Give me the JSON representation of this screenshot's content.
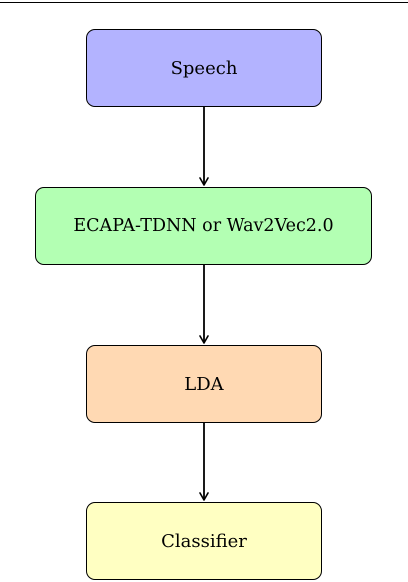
{
  "diagram": {
    "nodes": [
      {
        "id": "speech",
        "label": "Speech",
        "fill": "#b3b3ff"
      },
      {
        "id": "encoder",
        "label": "ECAPA-TDNN or Wav2Vec2.0",
        "fill": "#b3ffb3"
      },
      {
        "id": "lda",
        "label": "LDA",
        "fill": "#ffd9b3"
      },
      {
        "id": "classifier",
        "label": "Classifier",
        "fill": "#ffffc2"
      }
    ],
    "edges": [
      {
        "from": "speech",
        "to": "encoder"
      },
      {
        "from": "encoder",
        "to": "lda"
      },
      {
        "from": "lda",
        "to": "classifier"
      }
    ],
    "colors": {
      "stroke": "#000000",
      "background": "#ffffff"
    }
  }
}
